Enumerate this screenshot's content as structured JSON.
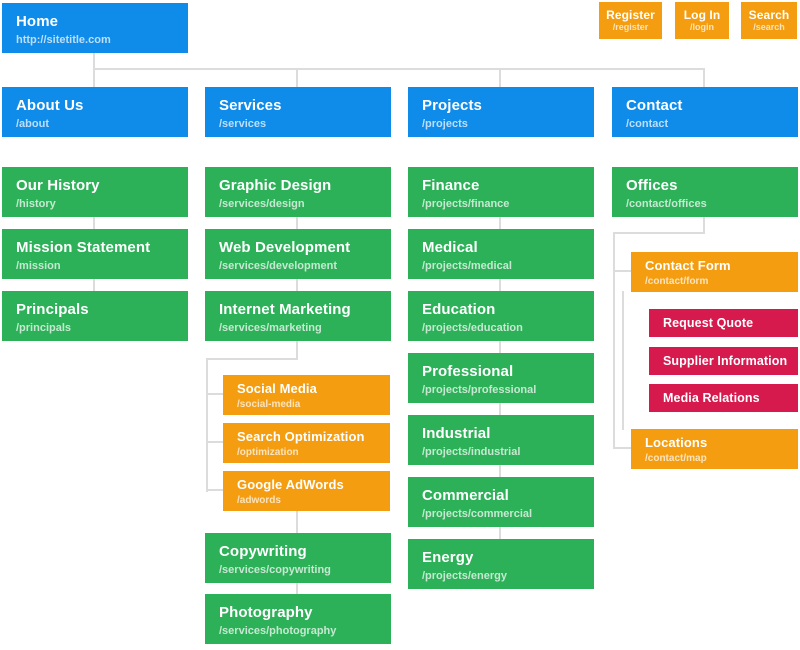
{
  "colors": {
    "blue": "#0f8bea",
    "green": "#2db158",
    "orange": "#f49d10",
    "red": "#d61a4e",
    "line": "#dcdcdc",
    "background": "#ffffff",
    "text": "#ffffff"
  },
  "sitemap": {
    "home": {
      "label": "Home",
      "url": "http://sitetitle.com"
    },
    "actions": [
      {
        "label": "Register",
        "url": "/register"
      },
      {
        "label": "Log In",
        "url": "/login"
      },
      {
        "label": "Search",
        "url": "/search"
      }
    ],
    "about": {
      "label": "About Us",
      "url": "/about",
      "children": [
        {
          "label": "Our History",
          "url": "/history"
        },
        {
          "label": "Mission Statement",
          "url": "/mission"
        },
        {
          "label": "Principals",
          "url": "/principals"
        }
      ]
    },
    "services": {
      "label": "Services",
      "url": "/services",
      "children": [
        {
          "label": "Graphic Design",
          "url": "/services/design"
        },
        {
          "label": "Web Development",
          "url": "/services/development"
        },
        {
          "label": "Internet Marketing",
          "url": "/services/marketing",
          "children": [
            {
              "label": "Social Media",
              "url": "/social-media"
            },
            {
              "label": "Search Optimization",
              "url": "/optimization"
            },
            {
              "label": "Google AdWords",
              "url": "/adwords"
            }
          ]
        },
        {
          "label": "Copywriting",
          "url": "/services/copywriting"
        },
        {
          "label": "Photography",
          "url": "/services/photography"
        }
      ]
    },
    "projects": {
      "label": "Projects",
      "url": "/projects",
      "children": [
        {
          "label": "Finance",
          "url": "/projects/finance"
        },
        {
          "label": "Medical",
          "url": "/projects/medical"
        },
        {
          "label": "Education",
          "url": "/projects/education"
        },
        {
          "label": "Professional",
          "url": "/projects/professional"
        },
        {
          "label": "Industrial",
          "url": "/projects/industrial"
        },
        {
          "label": "Commercial",
          "url": "/projects/commercial"
        },
        {
          "label": "Energy",
          "url": "/projects/energy"
        }
      ]
    },
    "contact": {
      "label": "Contact",
      "url": "/contact",
      "children": [
        {
          "label": "Offices",
          "url": "/contact/offices",
          "children": [
            {
              "label": "Contact Form",
              "url": "/contact/form",
              "children": [
                {
                  "label": "Request Quote"
                },
                {
                  "label": "Supplier Information"
                },
                {
                  "label": "Media Relations"
                }
              ]
            },
            {
              "label": "Locations",
              "url": "/contact/map"
            }
          ]
        }
      ]
    }
  }
}
